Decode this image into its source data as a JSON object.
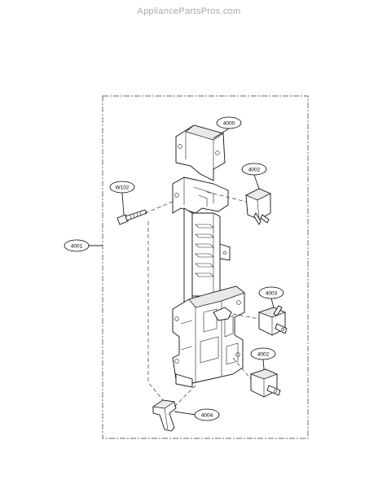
{
  "watermark": "AppliancePartsPros.com",
  "callouts": [
    {
      "id": "4000",
      "label": "4000"
    },
    {
      "id": "4001",
      "label": "4001"
    },
    {
      "id": "4002a",
      "label": "4002"
    },
    {
      "id": "4002b",
      "label": "4002"
    },
    {
      "id": "4003",
      "label": "4003"
    },
    {
      "id": "4004",
      "label": "4004"
    },
    {
      "id": "W102",
      "label": "W102"
    }
  ]
}
